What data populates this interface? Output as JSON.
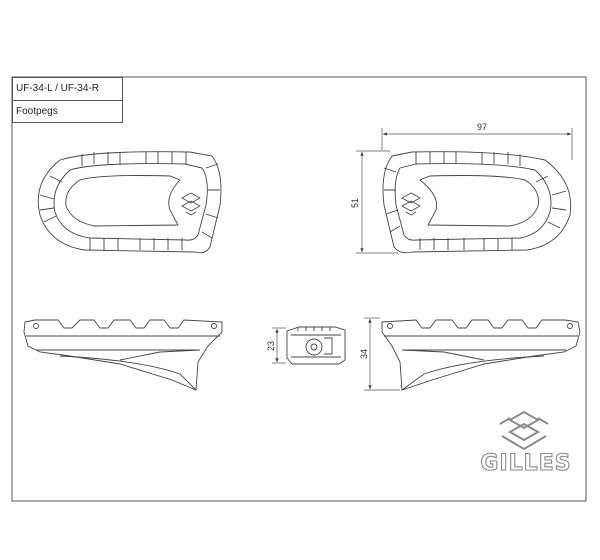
{
  "title_block": {
    "part_number": "UF-34-L / UF-34-R",
    "description": "Footpegs"
  },
  "dimensions": {
    "top_length": "97",
    "top_width": "51",
    "end_height": "23",
    "side_height": "34"
  },
  "brand": {
    "name": "GILLES"
  },
  "colors": {
    "line": "#444444",
    "fill": "#ffffff",
    "logo_stroke": "#8a8a8a"
  }
}
